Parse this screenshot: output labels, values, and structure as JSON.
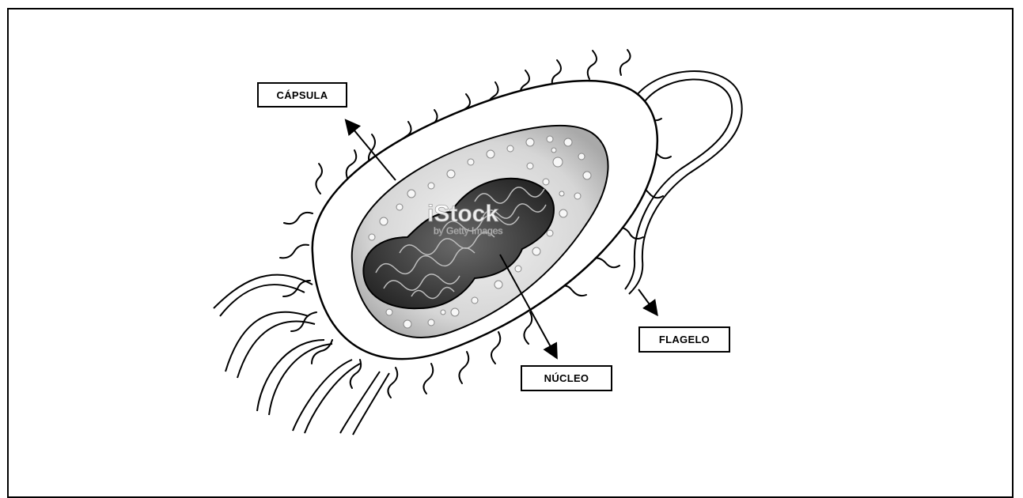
{
  "labels": {
    "capsula": "CÁPSULA",
    "flagelo": "FLAGELO",
    "nucleo": "NÚCLEO"
  },
  "watermark": {
    "brand": "iStock",
    "credit": "by Getty Images"
  },
  "colors": {
    "cytoplasm": "#d9d9d9",
    "nucleoid": "#2e2e2e",
    "outline": "#000000"
  }
}
